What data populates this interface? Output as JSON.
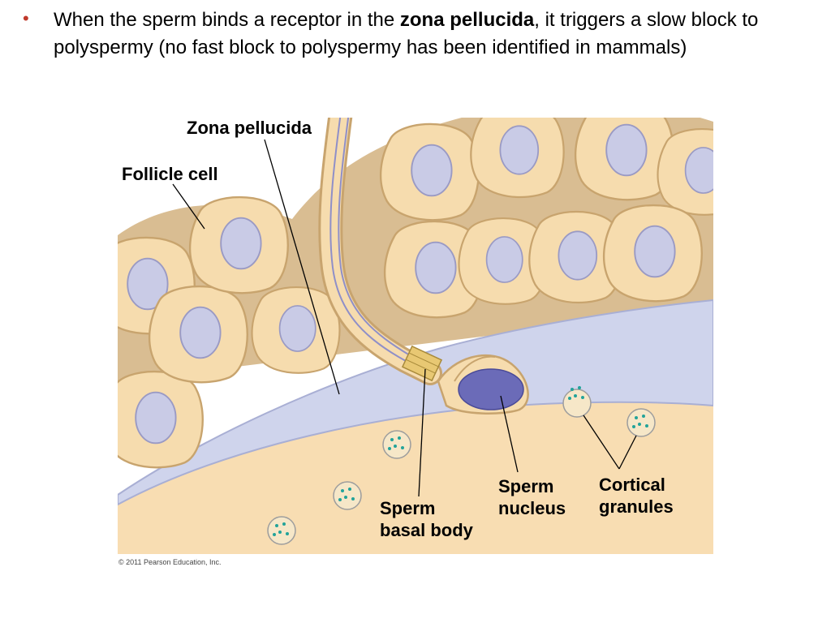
{
  "bullet": {
    "part1": "When the sperm binds a receptor in the ",
    "bold": "zona pellucida",
    "part2": ", it triggers a slow block to polyspermy (no fast block to polyspermy has been identified in mammals)"
  },
  "labels": {
    "zona_pellucida": "Zona pellucida",
    "follicle_cell": "Follicle cell",
    "sperm_basal_body_1": "Sperm",
    "sperm_basal_body_2": "basal body",
    "sperm_nucleus_1": "Sperm",
    "sperm_nucleus_2": "nucleus",
    "cortical_granules_1": "Cortical",
    "cortical_granules_2": "granules"
  },
  "copyright": "© 2011 Pearson Education, Inc.",
  "colors": {
    "cell_fill": "#f6dcae",
    "cell_stroke": "#c8a46e",
    "nucleus": "#c9cbe6",
    "zona": "#cfd4ec",
    "egg": "#f8ddb2",
    "sperm_nucleus": "#6b6bb8",
    "granule_dot": "#22a39a",
    "bullet": "#c0392b"
  }
}
